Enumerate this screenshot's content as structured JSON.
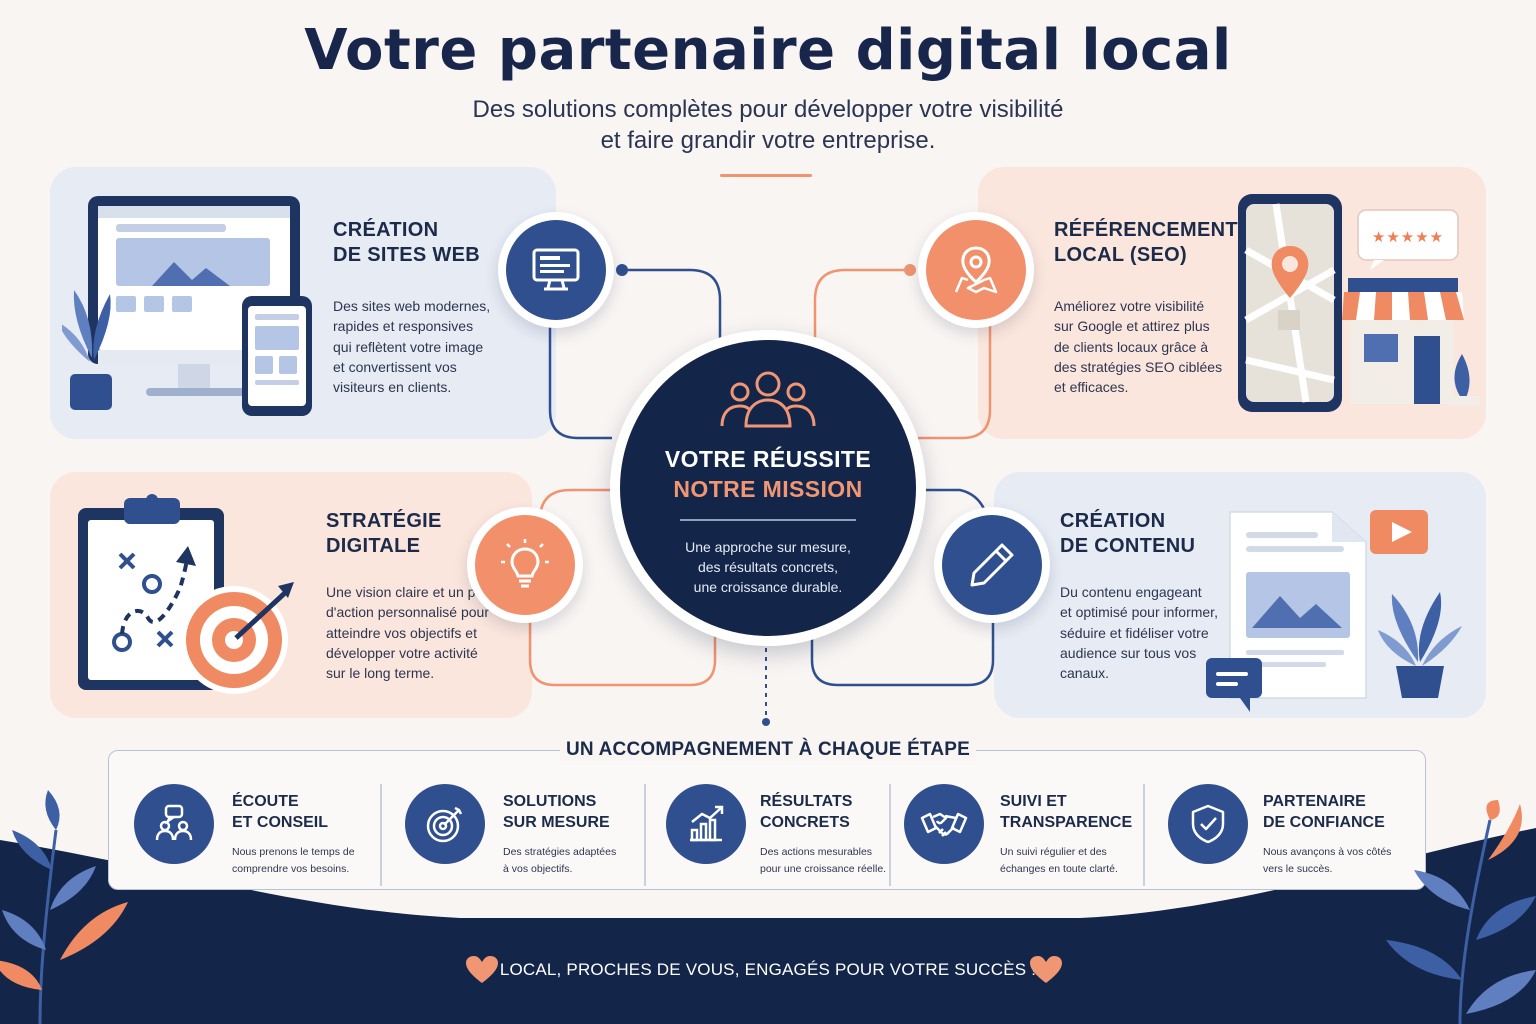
{
  "header": {
    "title": "Votre partenaire digital local",
    "subtitle_line1": "Des solutions complètes pour développer votre visibilité",
    "subtitle_line2": "et faire grandir votre entreprise."
  },
  "colors": {
    "navy": "#132649",
    "accent_blue": "#2f4f8f",
    "accent_orange": "#f19672",
    "card_blue_bg": "#e6ebf4",
    "card_peach_bg": "#fbe6dd"
  },
  "services": [
    {
      "title_line1": "Création",
      "title_line2": "de sites web",
      "body": [
        "Des sites web modernes,",
        "rapides et responsives",
        "qui reflètent votre image",
        "et convertissent vos",
        "visiteurs en clients."
      ],
      "icon": "monitor-icon"
    },
    {
      "title_line1": "Référencement",
      "title_line2": "local (SEO)",
      "body": [
        "Améliorez votre visibilité",
        "sur Google et attirez plus",
        "de clients locaux grâce à",
        "des stratégies SEO ciblées",
        "et efficaces."
      ],
      "icon": "map-pin-icon",
      "rating_stars": "★★★★★"
    },
    {
      "title_line1": "Stratégie",
      "title_line2": "digitale",
      "body": [
        "Une vision claire et un plan",
        "d'action personnalisé pour",
        "atteindre vos objectifs et",
        "développer votre activité",
        "sur le long terme."
      ],
      "icon": "lightbulb-icon"
    },
    {
      "title_line1": "Création",
      "title_line2": "de contenu",
      "body": [
        "Du contenu engageant",
        "et optimisé pour informer,",
        "séduire et fidéliser votre",
        "audience sur tous vos",
        "canaux."
      ],
      "icon": "pencil-icon"
    }
  ],
  "center": {
    "line1": "Votre réussite",
    "line2": "notre mission",
    "body": [
      "Une approche sur mesure,",
      "des résultats concrets,",
      "une croissance durable."
    ],
    "icon": "team-icon"
  },
  "steps": {
    "heading": "Un accompagnement à chaque étape",
    "items": [
      {
        "title_line1": "Écoute",
        "title_line2": "et conseil",
        "body": [
          "Nous prenons le temps de",
          "comprendre vos besoins."
        ],
        "icon": "chat-people-icon"
      },
      {
        "title_line1": "Solutions",
        "title_line2": "sur mesure",
        "body": [
          "Des stratégies adaptées",
          "à vos objectifs."
        ],
        "icon": "target-icon"
      },
      {
        "title_line1": "Résultats",
        "title_line2": "concrets",
        "body": [
          "Des actions mesurables",
          "pour une croissance réelle."
        ],
        "icon": "growth-chart-icon"
      },
      {
        "title_line1": "Suivi et",
        "title_line2": "transparence",
        "body": [
          "Un suivi régulier et des",
          "échanges en toute clarté."
        ],
        "icon": "handshake-icon"
      },
      {
        "title_line1": "Partenaire",
        "title_line2": "de confiance",
        "body": [
          "Nous avançons à vos côtés",
          "vers le succès."
        ],
        "icon": "shield-check-icon"
      }
    ]
  },
  "footer": {
    "text": "LOCAL, PROCHES DE VOUS, ENGAGÉS POUR VOTRE SUCCÈS !",
    "icon": "heart-icon"
  }
}
